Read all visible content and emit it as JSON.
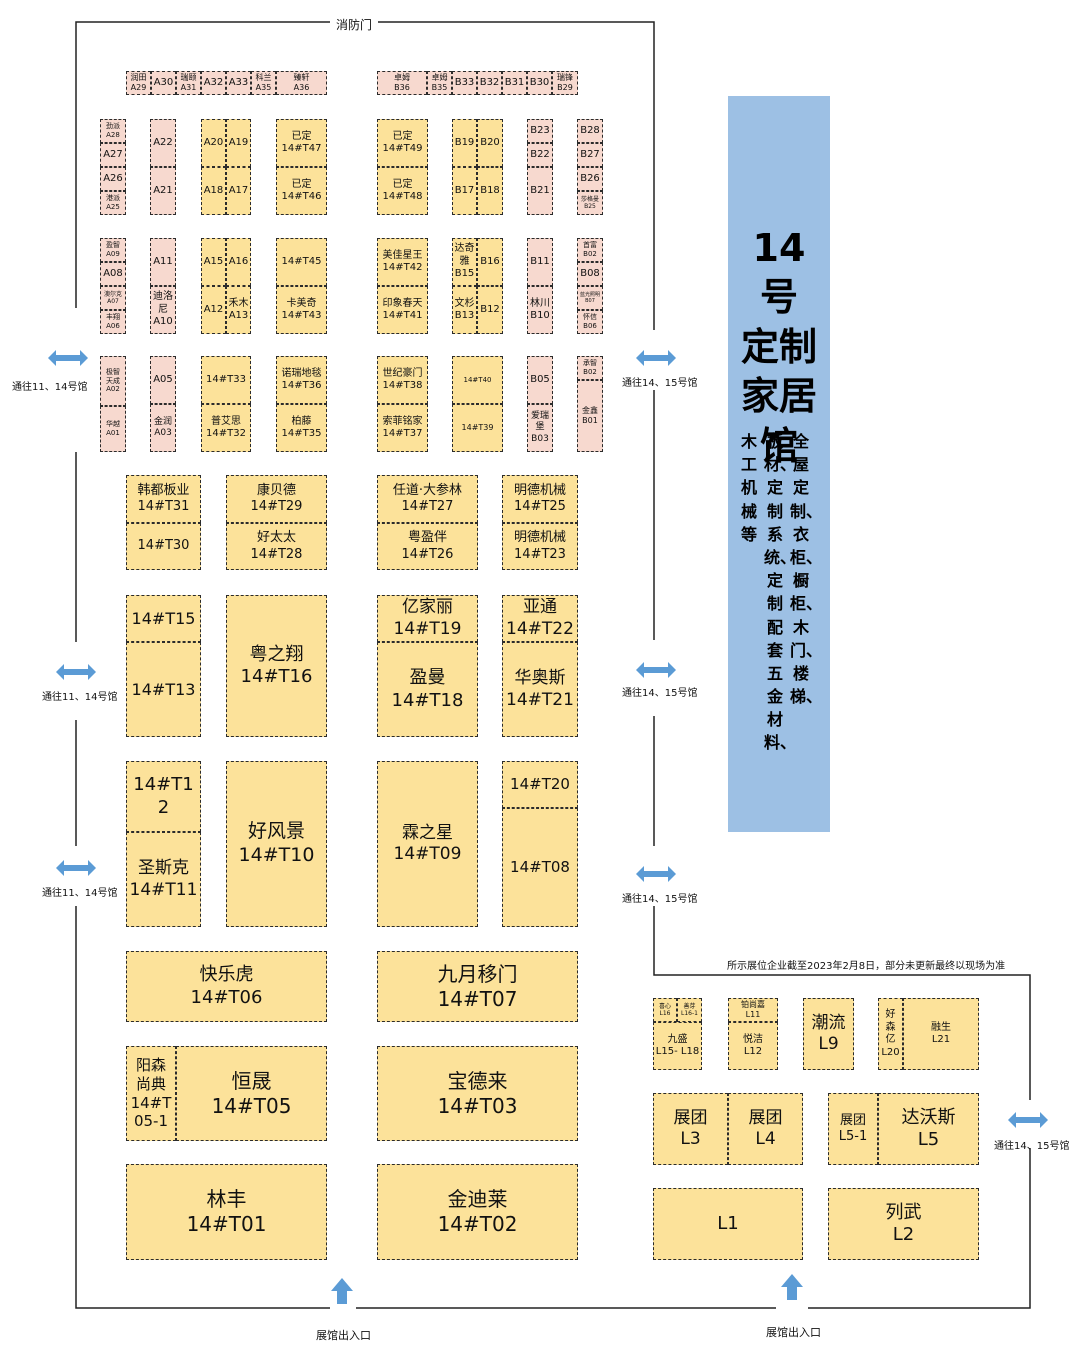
{
  "venue": {
    "hall_title": "14\n号\n定制\n家居\n馆",
    "categories_col1": "全屋定制、衣柜、橱柜、木门、楼梯、",
    "categories_col2": "板材、定制系统、定制配套五金材料、",
    "categories_col3": "木工机械等",
    "fire_door": "消防门",
    "note": "所示展位企业截至2023年2月8日，部分未更新最终以现场为准",
    "passage_left": "通往11、14号馆",
    "passage_right": "通往14、15号馆",
    "entrance": "展馆出入口"
  },
  "colors": {
    "booth_yellow": "#fce29a",
    "booth_pink": "#f7d9cf",
    "title_blue": "#9dc0e4",
    "arrow_blue": "#5b9bd5"
  },
  "icons": {
    "passage": "double-arrow-icon",
    "entrance": "up-arrow-icon"
  },
  "booths": {
    "top_a": [
      "润田\nA29",
      "A30",
      "瑞颐\nA31",
      "A32",
      "A33",
      "科兰\nA35",
      "臻轩\nA36"
    ],
    "top_b": [
      "卓姆\nB36",
      "卓姆\nB35",
      "B33",
      "B32",
      "B31",
      "B30",
      "瑞锋\nB29"
    ],
    "col1": [
      "劲派\nA28",
      "A27",
      "A26",
      "港派\nA25",
      "盈智\nA09",
      "A08",
      "澳尔克\nA07",
      "丰翔\nA06",
      "极智\n天成\nA02",
      "华越\nA01"
    ],
    "col2": [
      "A22",
      "A21",
      "A11",
      "迪洛\n尼\nA10",
      "A05",
      "金润\nA03"
    ],
    "col3": [
      "A20",
      "A19",
      "A18",
      "A17",
      "A15",
      "A16",
      "A12",
      "禾木\nA13",
      "14#T33",
      "普艾思\n14#T32"
    ],
    "col4": [
      "已定\n14#T47",
      "已定\n14#T46",
      "14#T45",
      "卡美奇\n14#T43",
      "诺瑞地毯\n14#T36",
      "柏藤\n14#T35"
    ],
    "col5": [
      "已定\n14#T49",
      "已定\n14#T48",
      "美佳星王\n14#T42",
      "印象春天\n14#T41",
      "世纪豪门\n14#T38",
      "索菲铭家\n14#T37"
    ],
    "col6": [
      "B19",
      "B20",
      "B17",
      "B18",
      "达奇\n雅\nB15",
      "B16",
      "文杉\nB13",
      "B12",
      "14#T40",
      "14#T39"
    ],
    "col7": [
      "B23",
      "B22",
      "B21",
      "B11",
      "林川\nB10",
      "B05",
      "爱瑞\n堡\nB03"
    ],
    "col8": [
      "B28",
      "B27",
      "B26",
      "莎格曼\nB25",
      "首富\nB02",
      "B08",
      "蓝光照明\nB07",
      "怀信\nB06",
      "承智\nB02",
      "金鑫\nB01"
    ],
    "mid_rows": [
      "韩都板业\n14#T31",
      "14#T30",
      "康贝德\n14#T29",
      "好太太\n14#T28",
      "任道·大参林\n14#T27",
      "粤盈伴\n14#T26",
      "明德机械\n14#T25",
      "明德机械\n14#T23"
    ],
    "big1": [
      "14#T15",
      "14#T13",
      "粤之翔\n14#T16",
      "亿家丽\n14#T19",
      "盈曼\n14#T18",
      "亚通\n14#T22",
      "华奥斯\n14#T21"
    ],
    "big2": [
      "14#T1\n2",
      "圣斯克\n14#T11",
      "好风景\n14#T10",
      "霖之星\n14#T09",
      "14#T20",
      "14#T08"
    ],
    "big3": [
      "快乐虎\n14#T06",
      "九月移门\n14#T07",
      "阳森\n尚典\n14#T\n05-1",
      "恒晟\n14#T05",
      "宝德来\n14#T03",
      "林丰\n14#T01",
      "金迪莱\n14#T02"
    ],
    "annex": [
      "喜心\nL16",
      "善芽\nL16-1",
      "九盛\nL15- L18",
      "铂尚嘉\nL11",
      "悦洁\nL12",
      "潮流\nL9",
      "好\n森\n亿\nL20",
      "融生\nL21",
      "展团\nL3",
      "展团\nL4",
      "展团\nL5-1",
      "达沃斯\nL5",
      "L1",
      "列武\nL2"
    ]
  }
}
